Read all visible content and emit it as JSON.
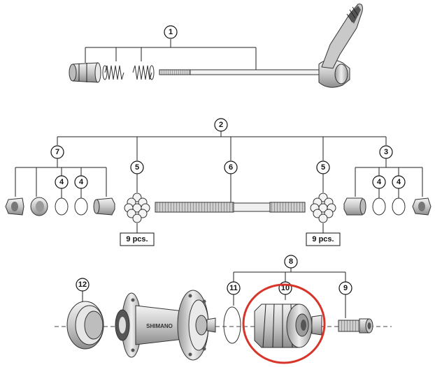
{
  "callouts": {
    "c1": "1",
    "c2": "2",
    "c3": "3",
    "c4": "4",
    "c5": "5",
    "c6": "6",
    "c7": "7",
    "c8": "8",
    "c9": "9",
    "c10": "10",
    "c11": "11",
    "c12": "12"
  },
  "quantity_labels": {
    "left": "9 pcs.",
    "right": "9 pcs."
  },
  "hub_brand": "SHIMANO",
  "colors": {
    "highlight": "#d8352a",
    "line": "#222222",
    "part_fill": "#dcdcdc"
  }
}
